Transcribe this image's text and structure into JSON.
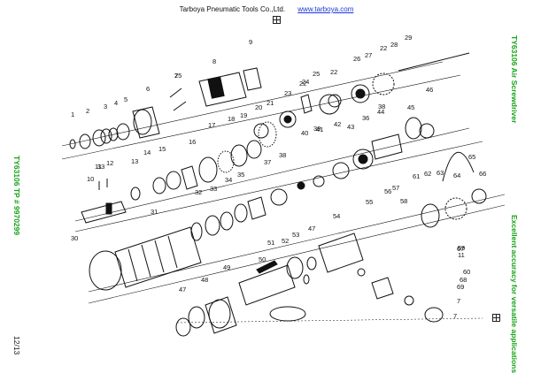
{
  "header": {
    "company": "Tarboya Pneumatic Tools Co.,Ltd.",
    "website": "www.tarboya.com"
  },
  "side_left": {
    "model": "TY63106 TP # 9970299",
    "page": "12/13"
  },
  "side_right": {
    "product": "TY63106 Air Screwdriver",
    "tagline": "Excellent accuracy for versatile applications"
  },
  "diagram": {
    "part_numbers": [
      "1",
      "2",
      "3",
      "4",
      "5",
      "6",
      "7",
      "8",
      "9",
      "10",
      "11",
      "12",
      "13",
      "14",
      "15",
      "16",
      "17",
      "18",
      "19",
      "20",
      "21",
      "22",
      "23",
      "24",
      "25",
      "26",
      "27",
      "28",
      "29",
      "30",
      "31",
      "32",
      "33",
      "34",
      "35",
      "36",
      "37",
      "38",
      "39",
      "40",
      "41",
      "42",
      "43",
      "44",
      "45",
      "46",
      "47",
      "48",
      "49",
      "50",
      "51",
      "52",
      "53",
      "54",
      "55",
      "56",
      "57",
      "58",
      "59",
      "60",
      "61",
      "62",
      "63",
      "64",
      "65",
      "66",
      "67",
      "68",
      "69"
    ],
    "labels": [
      "1",
      "2",
      "3",
      "4",
      "5",
      "6",
      "7",
      "8",
      "9",
      "10",
      "11",
      "12",
      "13",
      "14",
      "15",
      "16",
      "17",
      "18",
      "19",
      "20",
      "21",
      "22",
      "22",
      "22",
      "23",
      "24",
      "25",
      "26",
      "27",
      "28",
      "29",
      "30",
      "31",
      "32",
      "33",
      "34",
      "35",
      "36",
      "37",
      "38",
      "38",
      "39",
      "40",
      "41",
      "42",
      "43",
      "44",
      "45",
      "46",
      "47",
      "47",
      "48",
      "49",
      "50",
      "51",
      "52",
      "53",
      "54",
      "55",
      "56",
      "57",
      "58",
      "59",
      "60",
      "61",
      "62",
      "63",
      "64",
      "65",
      "66",
      "67",
      "68",
      "69",
      "7",
      "7",
      "11",
      "25",
      "33"
    ]
  },
  "icons": {
    "top": "crosshair-icon",
    "bottom": "crosshair-icon"
  }
}
